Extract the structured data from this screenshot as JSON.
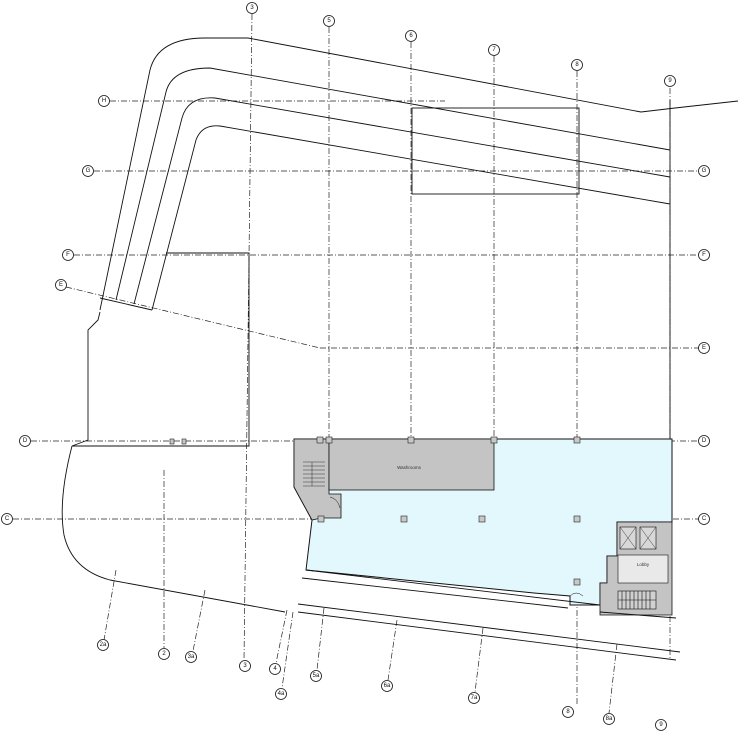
{
  "plan": {
    "colors": {
      "tenant_space": "#e3f8fd",
      "core": "#c4c4c4",
      "line": "#111111"
    },
    "rooms": {
      "washrooms": "Washrooms",
      "lobby": "Lobby"
    },
    "top_grid_labels": [
      "3",
      "5",
      "6",
      "7",
      "8",
      "9"
    ],
    "left_grid_labels": [
      "H",
      "G",
      "F",
      "E",
      "D",
      "C"
    ],
    "right_grid_labels": [
      "G",
      "F",
      "E",
      "D",
      "C"
    ],
    "bottom_grid_labels": [
      "2a",
      "2",
      "3a",
      "3",
      "4",
      "4a",
      "5a",
      "6a",
      "7a",
      "8",
      "8a",
      "9"
    ]
  }
}
